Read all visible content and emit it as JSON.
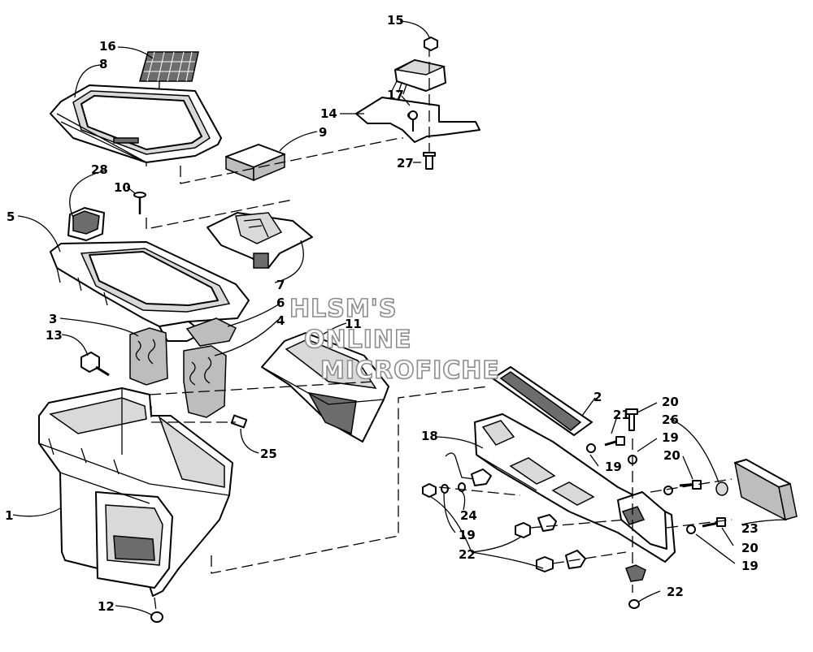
{
  "watermark": {
    "line1": "HLSM'S",
    "line2": "ONLINE",
    "line3": "MICROFICHE"
  },
  "callouts": [
    {
      "id": "c15",
      "label": "15"
    },
    {
      "id": "c16",
      "label": "16"
    },
    {
      "id": "c8",
      "label": "8"
    },
    {
      "id": "c17",
      "label": "17"
    },
    {
      "id": "c14",
      "label": "14"
    },
    {
      "id": "c9",
      "label": "9"
    },
    {
      "id": "c27",
      "label": "27"
    },
    {
      "id": "c28",
      "label": "28"
    },
    {
      "id": "c10",
      "label": "10"
    },
    {
      "id": "c5",
      "label": "5"
    },
    {
      "id": "c7",
      "label": "7"
    },
    {
      "id": "c6",
      "label": "6"
    },
    {
      "id": "c3",
      "label": "3"
    },
    {
      "id": "c4",
      "label": "4"
    },
    {
      "id": "c11",
      "label": "11"
    },
    {
      "id": "c13",
      "label": "13"
    },
    {
      "id": "c25",
      "label": "25"
    },
    {
      "id": "c2",
      "label": "2"
    },
    {
      "id": "c21",
      "label": "21"
    },
    {
      "id": "c20a",
      "label": "20"
    },
    {
      "id": "c18",
      "label": "18"
    },
    {
      "id": "c26",
      "label": "26"
    },
    {
      "id": "c19a",
      "label": "19"
    },
    {
      "id": "c19b",
      "label": "19"
    },
    {
      "id": "c20b",
      "label": "20"
    },
    {
      "id": "c1",
      "label": "1"
    },
    {
      "id": "c24",
      "label": "24"
    },
    {
      "id": "c19c",
      "label": "19"
    },
    {
      "id": "c23",
      "label": "23"
    },
    {
      "id": "c20c",
      "label": "20"
    },
    {
      "id": "c22a",
      "label": "22"
    },
    {
      "id": "c19d",
      "label": "19"
    },
    {
      "id": "c12",
      "label": "12"
    },
    {
      "id": "c22b",
      "label": "22"
    }
  ]
}
